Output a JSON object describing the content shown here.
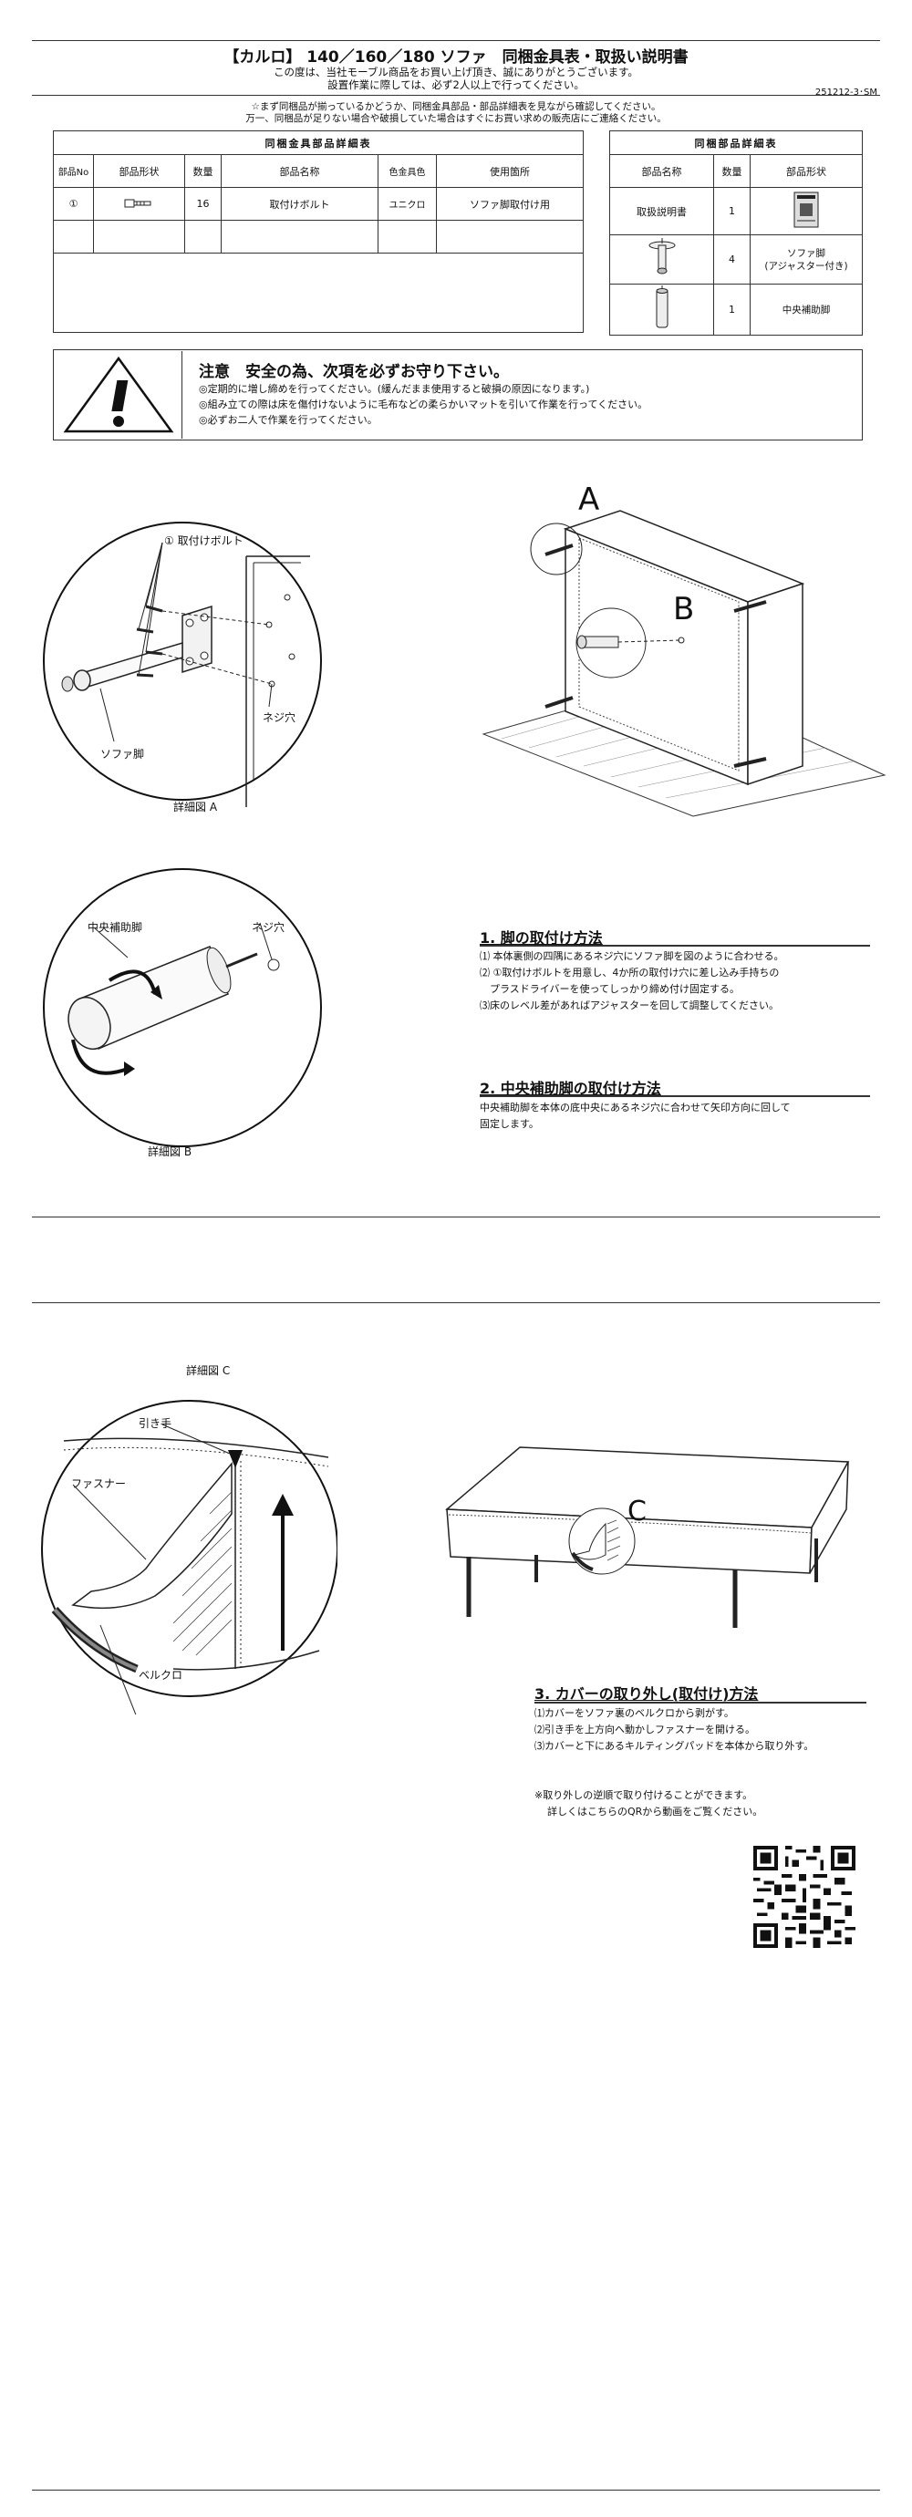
{
  "header": {
    "title": "【カルロ】 140／160／180 ソファ　同梱金具表・取扱い説明書",
    "thanks": "この度は、当社モーブル商品をお買い上げ頂き、誠にありがとうございます。",
    "two_person": "設置作業に際しては、必ず2人以上で行ってください。",
    "doc_code": "251212-3･SM",
    "check_note1": "☆まず同梱品が揃っているかどうか、同梱金具部品・部品詳細表を見ながら確認してください。",
    "check_note2": "万一、同梱品が足りない場合や破損していた場合はすぐにお買い求めの販売店にご連絡ください。"
  },
  "hardware_table": {
    "caption": "同梱金具部品詳細表",
    "headers": [
      "部品No",
      "部品形状",
      "数量",
      "部品名称",
      "色金具色",
      "使用箇所"
    ],
    "rows": [
      {
        "no": "①",
        "qty": "16",
        "name": "取付けボルト",
        "color": "ユニクロ",
        "usage": "ソファ脚取付け用"
      }
    ]
  },
  "parts_table": {
    "caption": "同梱部品詳細表",
    "headers": [
      "部品名称",
      "数量",
      "部品形状"
    ],
    "rows": [
      {
        "name": "取扱説明書",
        "qty": "1",
        "shape": ""
      },
      {
        "name": "",
        "qty": "4",
        "shape": "ソファ脚\n(アジャスター付き)"
      },
      {
        "name": "",
        "qty": "1",
        "shape": "中央補助脚"
      }
    ]
  },
  "caution": {
    "title": "注意　安全の為、次項を必ずお守り下さい。",
    "lines": [
      "◎定期的に増し締めを行ってください。(緩んだまま使用すると破損の原因になります。)",
      "◎組み立ての際は床を傷付けないように毛布などの柔らかいマットを引いて作業を行ってください。",
      "◎必ずお二人で作業を行ってください。"
    ]
  },
  "detail_a": {
    "bolt_label": "① 取付けボルト",
    "screw_hole": "ネジ穴",
    "leg_label": "ソファ脚",
    "caption": "詳細図 A"
  },
  "overview": {
    "label_a": "A",
    "label_b": "B"
  },
  "detail_b": {
    "support_leg": "中央補助脚",
    "screw_hole": "ネジ穴",
    "caption": "詳細図 B"
  },
  "section1": {
    "title": "1. 脚の取付け方法",
    "lines": [
      "⑴ 本体裏側の四隅にあるネジ穴にソファ脚を図のように合わせる。",
      "⑵ ①取付けボルトを用意し、4か所の取付け穴に差し込み手持ちの",
      "　プラスドライバーを使ってしっかり締め付け固定する。",
      "⑶床のレベル差があればアジャスターを回して調整してください。"
    ]
  },
  "section2": {
    "title": "2. 中央補助脚の取付け方法",
    "lines": [
      "中央補助脚を本体の底中央にあるネジ穴に合わせて矢印方向に回して",
      "固定します。"
    ]
  },
  "detail_c": {
    "caption": "詳細図 C",
    "pull_tab": "引き手",
    "zipper": "ファスナー",
    "velcro": "ベルクロ",
    "label_c": "C"
  },
  "section3": {
    "title": "3. カバーの取り外し(取付け)方法",
    "lines": [
      "⑴カバーをソファ裏のベルクロから剥がす。",
      "⑵引き手を上方向へ動かしファスナーを開ける。",
      "⑶カバーと下にあるキルティングパッドを本体から取り外す。"
    ],
    "note1": "※取り外しの逆順で取り付けることができます。",
    "note2": "詳しくはこちらのQRから動画をご覧ください。"
  }
}
